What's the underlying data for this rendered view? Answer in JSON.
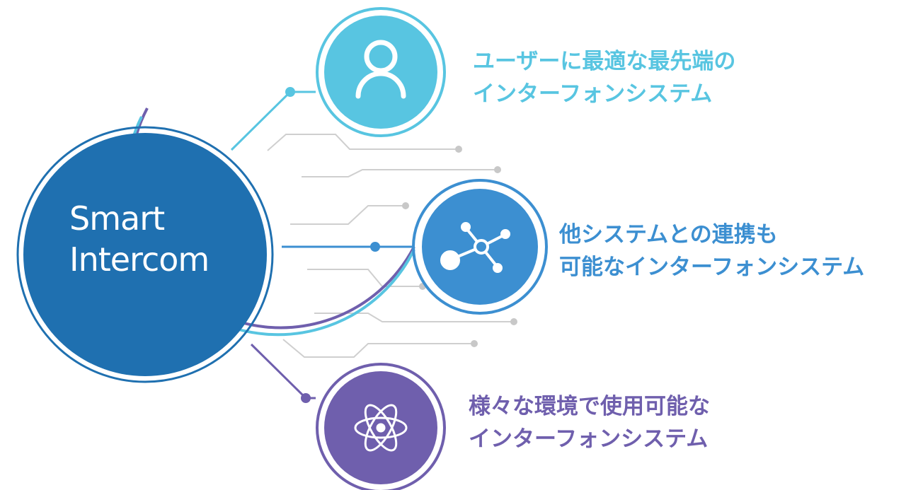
{
  "hub": {
    "title_line1": "Smart",
    "title_line2": "Intercom"
  },
  "features": [
    {
      "line1": "ユーザーに最適な最先端の",
      "line2": "インターフォンシステム",
      "icon": "user-icon",
      "color": "#58c5e1"
    },
    {
      "line1": "他システムとの連携も",
      "line2": "可能なインターフォンシステム",
      "icon": "network-icon",
      "color": "#3c8fd1"
    },
    {
      "line1": "様々な環境で使用可能な",
      "line2": "インターフォンシステム",
      "icon": "atom-icon",
      "color": "#6f5fad"
    }
  ],
  "colors": {
    "hub_fill": "#1f70b0",
    "line_grey": "#c8c8c8"
  }
}
